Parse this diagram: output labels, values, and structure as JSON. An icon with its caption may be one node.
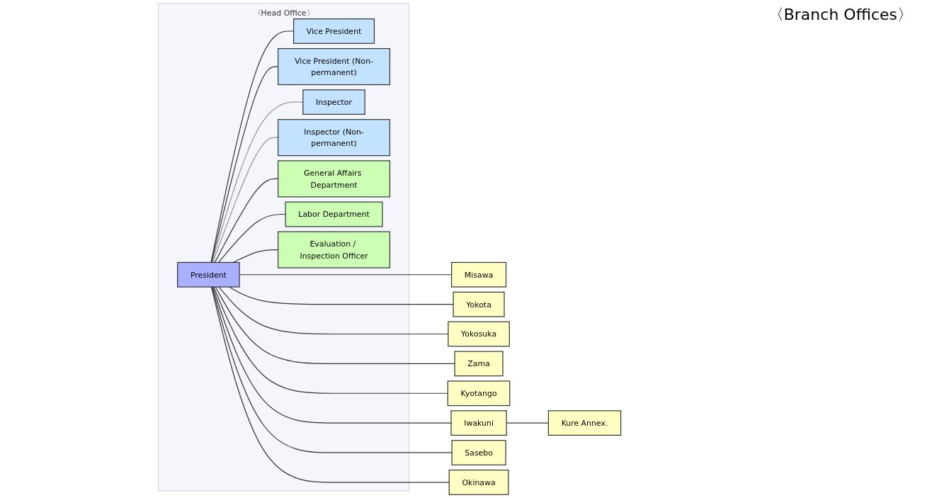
{
  "diagram": {
    "nodes": [
      {
        "text": [
          "〈Head Office〉"
        ]
      },
      {
        "text": [
          "President"
        ],
        "in": 0
      },
      {
        "text": [
          "Vice President"
        ],
        "in": 0
      },
      {
        "text": [
          "Vice President (Non-permanent)"
        ],
        "in": 0
      },
      {
        "text": [
          "Inspector"
        ],
        "in": 0
      },
      {
        "text": [
          "Inspector (Non-permanent)"
        ],
        "in": 0
      },
      {
        "text": [
          "General Affairs Department"
        ],
        "in": 0
      },
      {
        "text": [
          "Labor Department"
        ],
        "in": 0
      },
      {
        "text": [
          "Evaluation / Inspection Officer"
        ],
        "in": 0
      },
      {
        "text": [
          "Misawa"
        ]
      },
      {
        "text": [
          "Yokota"
        ]
      },
      {
        "text": [
          "Yokosuka"
        ]
      },
      {
        "text": [
          "Zama"
        ]
      },
      {
        "text": [
          "Kyotango"
        ]
      },
      {
        "text": [
          "Iwakuni"
        ]
      },
      {
        "text": [
          "Kure Annex."
        ]
      },
      {
        "text": [
          "Sasebo"
        ]
      },
      {
        "text": [
          "Okinawa"
        ]
      }
    ],
    "edges": [
      {
        "from": 1,
        "to": 2,
        "arrow": "none"
      },
      {
        "from": 1,
        "to": 3,
        "arrow": "none"
      },
      {
        "from": 1,
        "to": 4,
        "arrow": "none",
        "style": "dashed"
      },
      {
        "from": 1,
        "to": 5,
        "arrow": "none",
        "style": "dashed"
      },
      {
        "from": 1,
        "to": 6,
        "arrow": "none"
      },
      {
        "from": 1,
        "to": 7,
        "arrow": "none"
      },
      {
        "from": 1,
        "to": 8,
        "arrow": "none"
      },
      {
        "from": 1,
        "to": 9,
        "arrow": "none"
      },
      {
        "from": 1,
        "to": 10,
        "arrow": "none"
      },
      {
        "from": 1,
        "to": 11,
        "arrow": "none"
      },
      {
        "from": 1,
        "to": 12,
        "arrow": "none"
      },
      {
        "from": 1,
        "to": 13,
        "arrow": "none"
      },
      {
        "from": 1,
        "to": 14,
        "arrow": "none"
      },
      {
        "from": 14,
        "to": 15,
        "arrow": "none"
      },
      {
        "from": 1,
        "to": 16,
        "arrow": "none"
      },
      {
        "from": 1,
        "to": 17,
        "arrow": "none"
      }
    ],
    "labels": [
      "〈Branch Offices〉"
    ]
  }
}
